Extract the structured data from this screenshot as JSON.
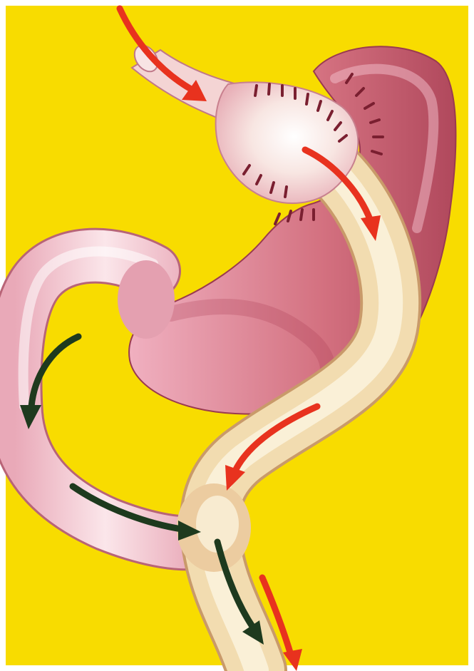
{
  "diagram": {
    "type": "gastric-bypass-illustration",
    "colors": {
      "frame": "#ffffff",
      "background": "#f8dc00",
      "stomach_pink": "#d06a80",
      "stomach_dark": "#a8384f",
      "stomach_light": "#f4c8d2",
      "pouch_light": "#f8e8e4",
      "limb_cream": "#f2dcb0",
      "limb_cream_dark": "#dcb888",
      "staple": "#7a1f30",
      "arrow_red": "#e8321e",
      "arrow_green": "#1e3a1e"
    },
    "structures": [
      "esophagus",
      "gastric-pouch",
      "remnant-stomach",
      "duodenum",
      "biliopancreatic-limb",
      "roux-limb",
      "jejunojejunostomy",
      "common-channel"
    ],
    "arrows": [
      {
        "name": "food-entry-arrow",
        "color": "red"
      },
      {
        "name": "food-pouch-to-limb-arrow",
        "color": "red"
      },
      {
        "name": "food-roux-limb-arrow",
        "color": "red"
      },
      {
        "name": "food-common-channel-arrow",
        "color": "red"
      },
      {
        "name": "bile-duodenum-arrow",
        "color": "green"
      },
      {
        "name": "bile-limb-arrow",
        "color": "green"
      },
      {
        "name": "bile-common-channel-arrow",
        "color": "green"
      }
    ]
  }
}
